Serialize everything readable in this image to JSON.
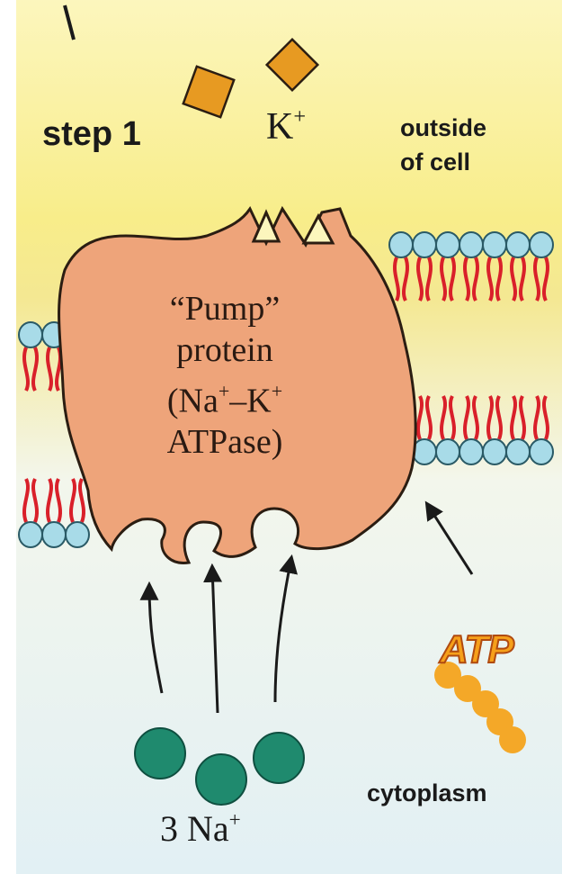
{
  "labels": {
    "step": "step 1",
    "outside_line1": "outside",
    "outside_line2": "of cell",
    "k_ion": "K",
    "k_charge": "+",
    "pump_line1": "“Pump”",
    "pump_line2": "protein",
    "pump_line3_na": "(Na",
    "pump_line3_plus1": "+",
    "pump_line3_k": "–K",
    "pump_line3_plus2": "+",
    "pump_line4": "ATPase)",
    "atp": "ATP",
    "cytoplasm": "cytoplasm",
    "na_ion": "3 Na",
    "na_charge": "+"
  },
  "colors": {
    "outside_background": "#f8ed8a",
    "cytoplasm_background": "#e6f2f5",
    "membrane_heads": "#a8dbe8",
    "lipid_tails": "#d9202a",
    "pump_protein": "#eea47a",
    "k_ion": "#e79a22",
    "na_ion": "#1f8a6e",
    "atp": "#f6a01a"
  }
}
